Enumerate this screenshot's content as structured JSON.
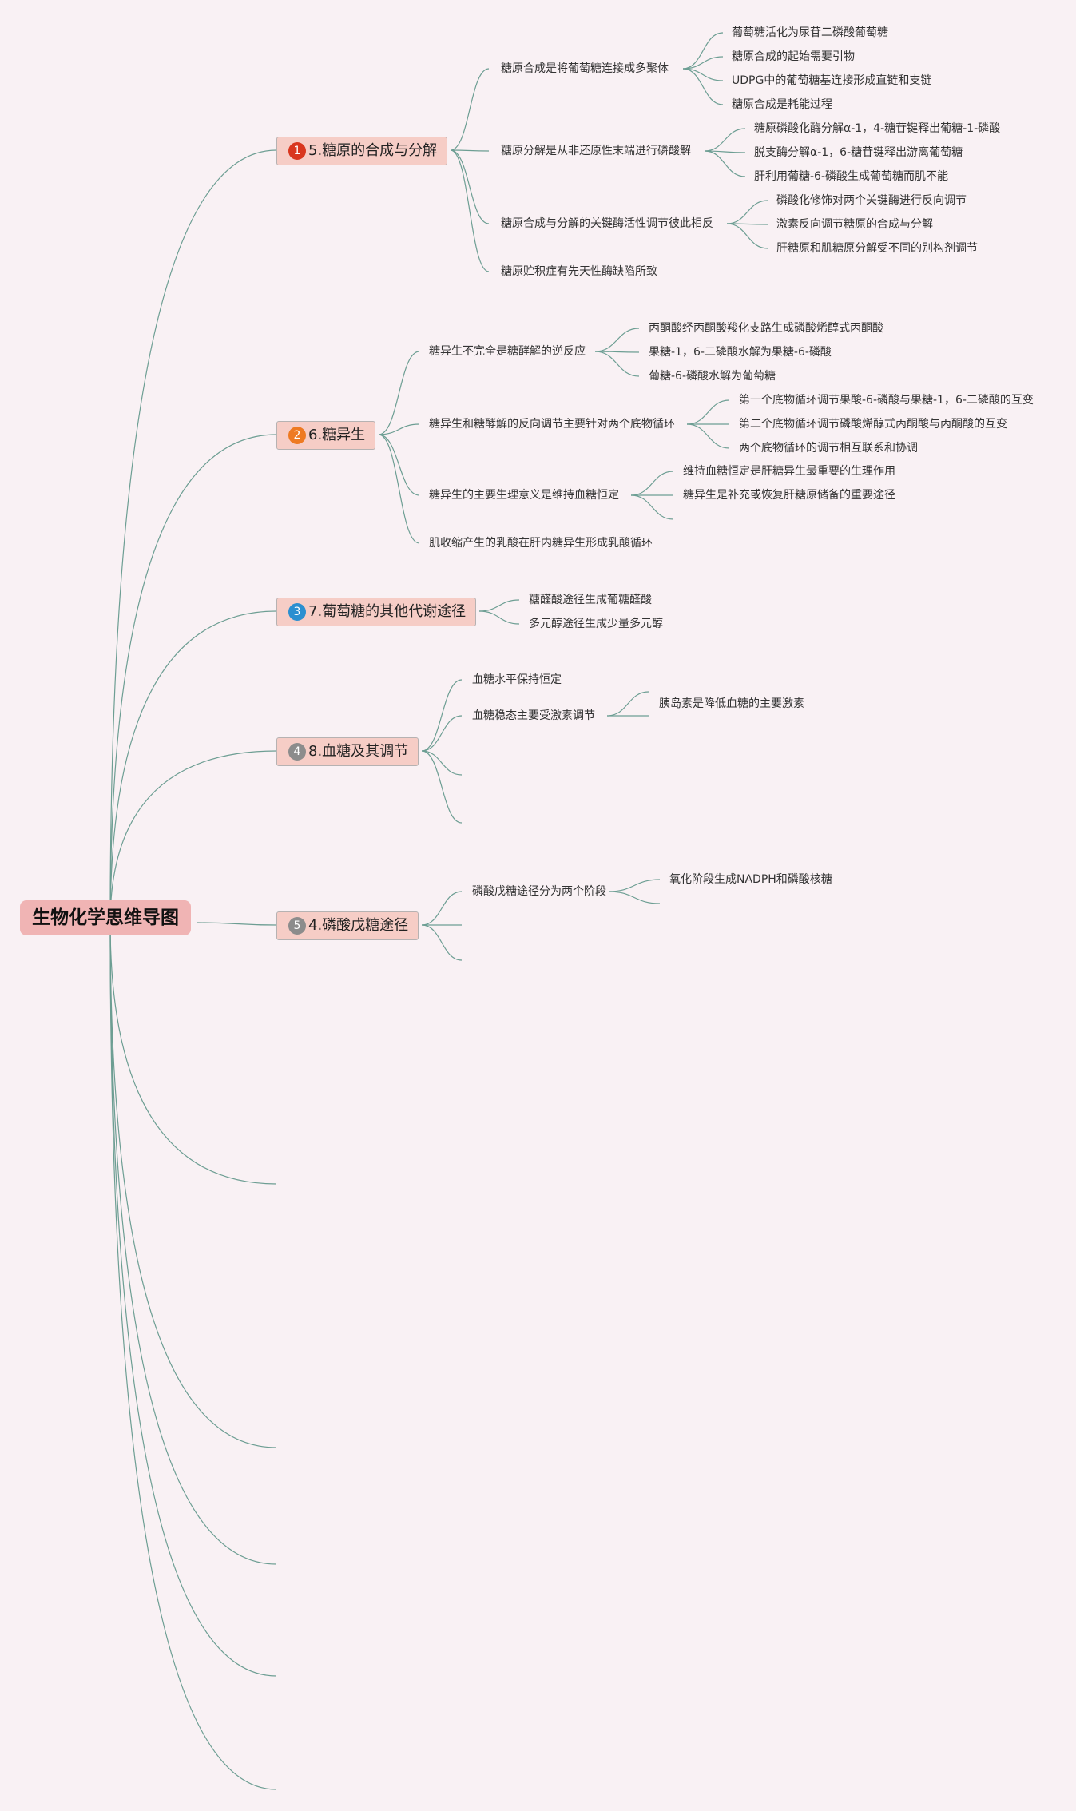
{
  "root": {
    "label": "生物化学思维导图"
  },
  "colors": {
    "line": "#6d9e93",
    "root_bg": "#f0b4b4",
    "branch_bg": "#f6cdc6"
  },
  "branches": [
    {
      "badge": "1",
      "badge_color": "#d9361e",
      "label": "5.糖原的合成与分解",
      "children": [
        {
          "label": "糖原合成是将葡萄糖连接成多聚体",
          "children": [
            {
              "label": "葡萄糖活化为尿苷二磷酸葡萄糖"
            },
            {
              "label": "糖原合成的起始需要引物"
            },
            {
              "label": "UDPG中的葡萄糖基连接形成直链和支链"
            },
            {
              "label": "糖原合成是耗能过程"
            }
          ]
        },
        {
          "label": "糖原分解是从非还原性末端进行磷酸解",
          "children": [
            {
              "label": "糖原磷酸化酶分解α-1，4-糖苷键释出葡糖-1-磷酸"
            },
            {
              "label": "脱支酶分解α-1，6-糖苷键释出游离葡萄糖"
            },
            {
              "label": "肝利用葡糖-6-磷酸生成葡萄糖而肌不能"
            }
          ]
        },
        {
          "label": "糖原合成与分解的关键酶活性调节彼此相反",
          "children": [
            {
              "label": "磷酸化修饰对两个关键酶进行反向调节"
            },
            {
              "label": "激素反向调节糖原的合成与分解"
            },
            {
              "label": "肝糖原和肌糖原分解受不同的别构剂调节"
            }
          ]
        },
        {
          "label": "糖原贮积症有先天性酶缺陷所致"
        }
      ]
    },
    {
      "badge": "2",
      "badge_color": "#ee7a22",
      "label": "6.糖异生",
      "children": [
        {
          "label": "糖异生不完全是糖酵解的逆反应",
          "children": [
            {
              "label": "丙酮酸经丙酮酸羧化支路生成磷酸烯醇式丙酮酸"
            },
            {
              "label": "果糖-1，6-二磷酸水解为果糖-6-磷酸"
            },
            {
              "label": "葡糖-6-磷酸水解为葡萄糖"
            }
          ]
        },
        {
          "label": "糖异生和糖酵解的反向调节主要针对两个底物循环",
          "children": [
            {
              "label": "第一个底物循环调节果酸-6-磷酸与果糖-1，6-二磷酸的互变"
            },
            {
              "label": "第二个底物循环调节磷酸烯醇式丙酮酸与丙酮酸的互变"
            },
            {
              "label": "两个底物循环的调节相互联系和协调"
            }
          ]
        },
        {
          "label": "糖异生的主要生理意义是维持血糖恒定",
          "children": [
            {
              "label": "维持血糖恒定是肝糖异生最重要的生理作用"
            },
            {
              "label": "糖异生是补充或恢复肝糖原储备的重要途径"
            }
          ]
        },
        {
          "label": "肌收缩产生的乳酸在肝内糖异生形成乳酸循环"
        }
      ]
    },
    {
      "badge": "3",
      "badge_color": "#2b8fd0",
      "label": "7.葡萄糖的其他代谢途径",
      "children": [
        {
          "label": "糖醛酸途径生成葡糖醛酸"
        },
        {
          "label": "多元醇途径生成少量多元醇"
        }
      ]
    },
    {
      "badge": "4",
      "badge_color": "#8c8c8c",
      "label": "8.血糖及其调节",
      "children": [
        {
          "label": "血糖水平保持恒定"
        },
        {
          "label": "血糖稳态主要受激素调节",
          "children": [
            {
              "label": "胰岛素是降低血糖的主要激素"
            }
          ]
        }
      ]
    },
    {
      "badge": "5",
      "badge_color": "#8c8c8c",
      "label": "4.磷酸戊糖途径",
      "children": [
        {
          "label": "磷酸戊糖途径分为两个阶段",
          "children": [
            {
              "label": "氧化阶段生成NADPH和磷酸核糖"
            }
          ]
        }
      ]
    }
  ]
}
